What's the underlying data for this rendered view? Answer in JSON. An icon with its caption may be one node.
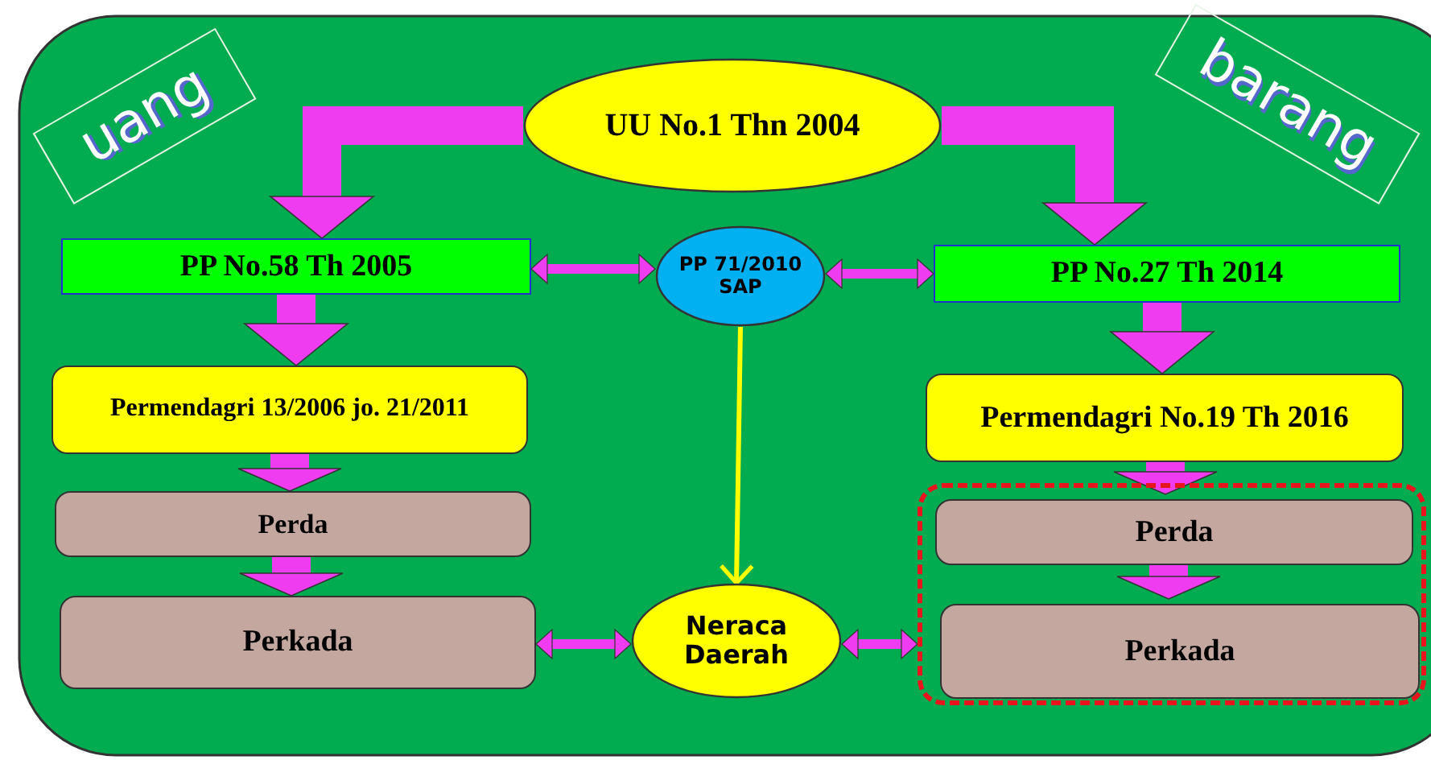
{
  "diagram": {
    "nodes": [
      {
        "text": [
          "uang"
        ]
      },
      {
        "text": [
          "UU No.1 Thn 2004"
        ]
      },
      {
        "text": [
          "barang"
        ]
      },
      {
        "text": [
          "PP No.58 Th 2005"
        ]
      },
      {
        "text": [
          "PP 71/2010 SAP"
        ]
      },
      {
        "text": [
          "PP No.27 Th 2014"
        ]
      },
      {
        "text": [
          "Permendagri 13/2006 jo. 21/2011"
        ]
      },
      {
        "text": [
          "Permendagri No.19 Th 2016"
        ]
      },
      {
        "text": [
          "Perda"
        ]
      },
      {
        "text": [],
        "shape": "box"
      },
      {
        "text": [
          "Perda"
        ],
        "in": 9
      },
      {
        "text": [
          "Perkada"
        ]
      },
      {
        "text": [
          "Neraca Daerah"
        ]
      },
      {
        "text": [
          "Perkada"
        ],
        "in": 9
      }
    ],
    "edges": [
      {
        "from": 1,
        "to": 3,
        "arrow": "to"
      },
      {
        "from": 1,
        "to": 5,
        "arrow": "to"
      },
      {
        "from": 3,
        "to": 6,
        "arrow": "to"
      },
      {
        "from": 6,
        "to": 8,
        "arrow": "to"
      },
      {
        "from": 8,
        "to": 11,
        "arrow": "to"
      },
      {
        "from": 5,
        "to": 7,
        "arrow": "to"
      },
      {
        "from": 7,
        "to": 10,
        "arrow": "to"
      },
      {
        "from": 10,
        "to": 13,
        "arrow": "to"
      },
      {
        "from": 3,
        "to": 4,
        "arrow": "both"
      },
      {
        "from": 4,
        "to": 5,
        "arrow": "both"
      },
      {
        "from": 4,
        "to": 12,
        "arrow": "to",
        "color": "#ffff00"
      },
      {
        "from": 11,
        "to": 12,
        "arrow": "both"
      },
      {
        "from": 12,
        "to": 9,
        "arrow": "both"
      }
    ]
  }
}
